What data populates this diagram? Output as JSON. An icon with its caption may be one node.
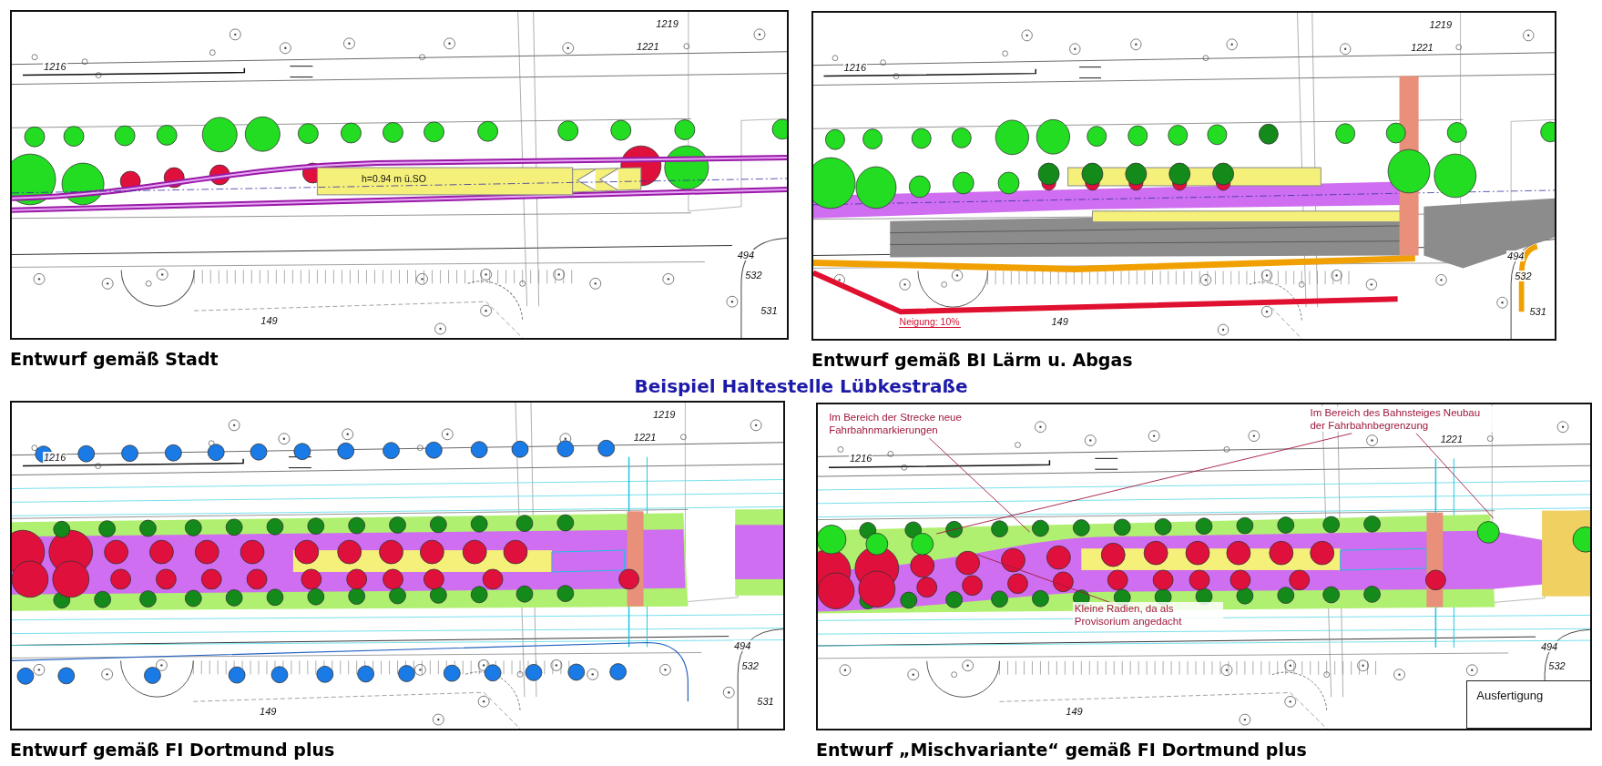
{
  "diagram": {
    "title": "Beispiel Haltestelle Lübkestraße",
    "nodes": [
      {
        "text": [
          "Entwurf gemäß Stadt"
        ]
      },
      {
        "text": [
          "Entwurf gemäß BI Lärm u. Abgas"
        ]
      },
      {
        "text": [
          "Entwurf gemäß FI Dortmund plus"
        ]
      },
      {
        "text": [
          "Entwurf „Mischvariante“ gemäß FI Dortmund plus"
        ]
      },
      {
        "text": [
          "Im Bereich der Strecke neue Fahrbahnmarkierungen"
        ],
        "in": 3
      },
      {
        "text": [
          "Im Bereich des Bahnsteiges Neubau der Fahrbahnbegrenzung"
        ],
        "in": 3
      },
      {
        "text": [
          "Kleine Radien, da als Provisorium angedacht"
        ],
        "in": 3
      },
      {
        "text": [
          "Ausfertigung"
        ],
        "in": 3
      }
    ],
    "edges": [
      {
        "from": 4,
        "to": null,
        "arrow": "none"
      },
      {
        "from": 5,
        "to": null,
        "arrow": "none"
      },
      {
        "from": 5,
        "to": null,
        "arrow": "none"
      },
      {
        "from": 6,
        "to": null,
        "arrow": "none"
      }
    ],
    "labels": [
      "1216",
      "1219",
      "1221",
      "494",
      "532",
      "531",
      "149",
      "h=0.94 m ü.SO",
      "1216",
      "1219",
      "1221",
      "494",
      "532",
      "531",
      "149",
      "Neigung: 10%",
      "1216",
      "1219",
      "1221",
      "494",
      "532",
      "531",
      "149",
      "1216",
      "1221",
      "494",
      "532",
      "149"
    ]
  }
}
